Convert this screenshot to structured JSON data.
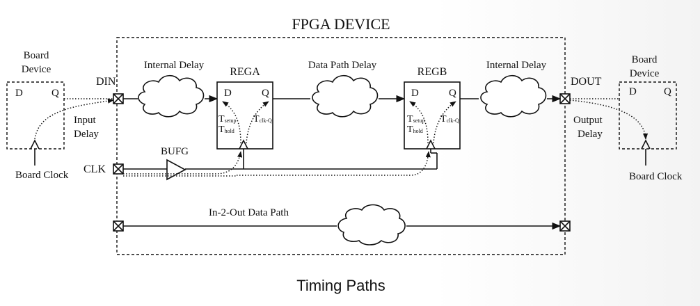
{
  "diagram": {
    "device_title": "FPGA DEVICE",
    "caption": "Timing Paths",
    "left_board": {
      "title_line1": "Board",
      "title_line2": "Device",
      "pin_d": "D",
      "pin_q": "Q",
      "clock": "Board Clock"
    },
    "right_board": {
      "title_line1": "Board",
      "title_line2": "Device",
      "pin_d": "D",
      "pin_q": "Q",
      "clock": "Board Clock"
    },
    "ports": {
      "din": "DIN",
      "dout": "DOUT",
      "clk": "CLK"
    },
    "input_delay": {
      "line1": "Input",
      "line2": "Delay"
    },
    "output_delay": {
      "line1": "Output",
      "line2": "Delay"
    },
    "internal_delay_left": "Internal Delay",
    "internal_delay_right": "Internal Delay",
    "data_path_delay": "Data Path Delay",
    "bufg": "BUFG",
    "in2out": "In-2-Out Data Path",
    "rega": {
      "name": "REGA",
      "pin_d": "D",
      "pin_q": "Q",
      "t": "T",
      "setup": "setup",
      "hold": "hold",
      "clkq": "clk-Q"
    },
    "regb": {
      "name": "REGB",
      "pin_d": "D",
      "pin_q": "Q",
      "t": "T",
      "setup": "setup",
      "hold": "hold",
      "clkq": "clk-Q"
    }
  }
}
